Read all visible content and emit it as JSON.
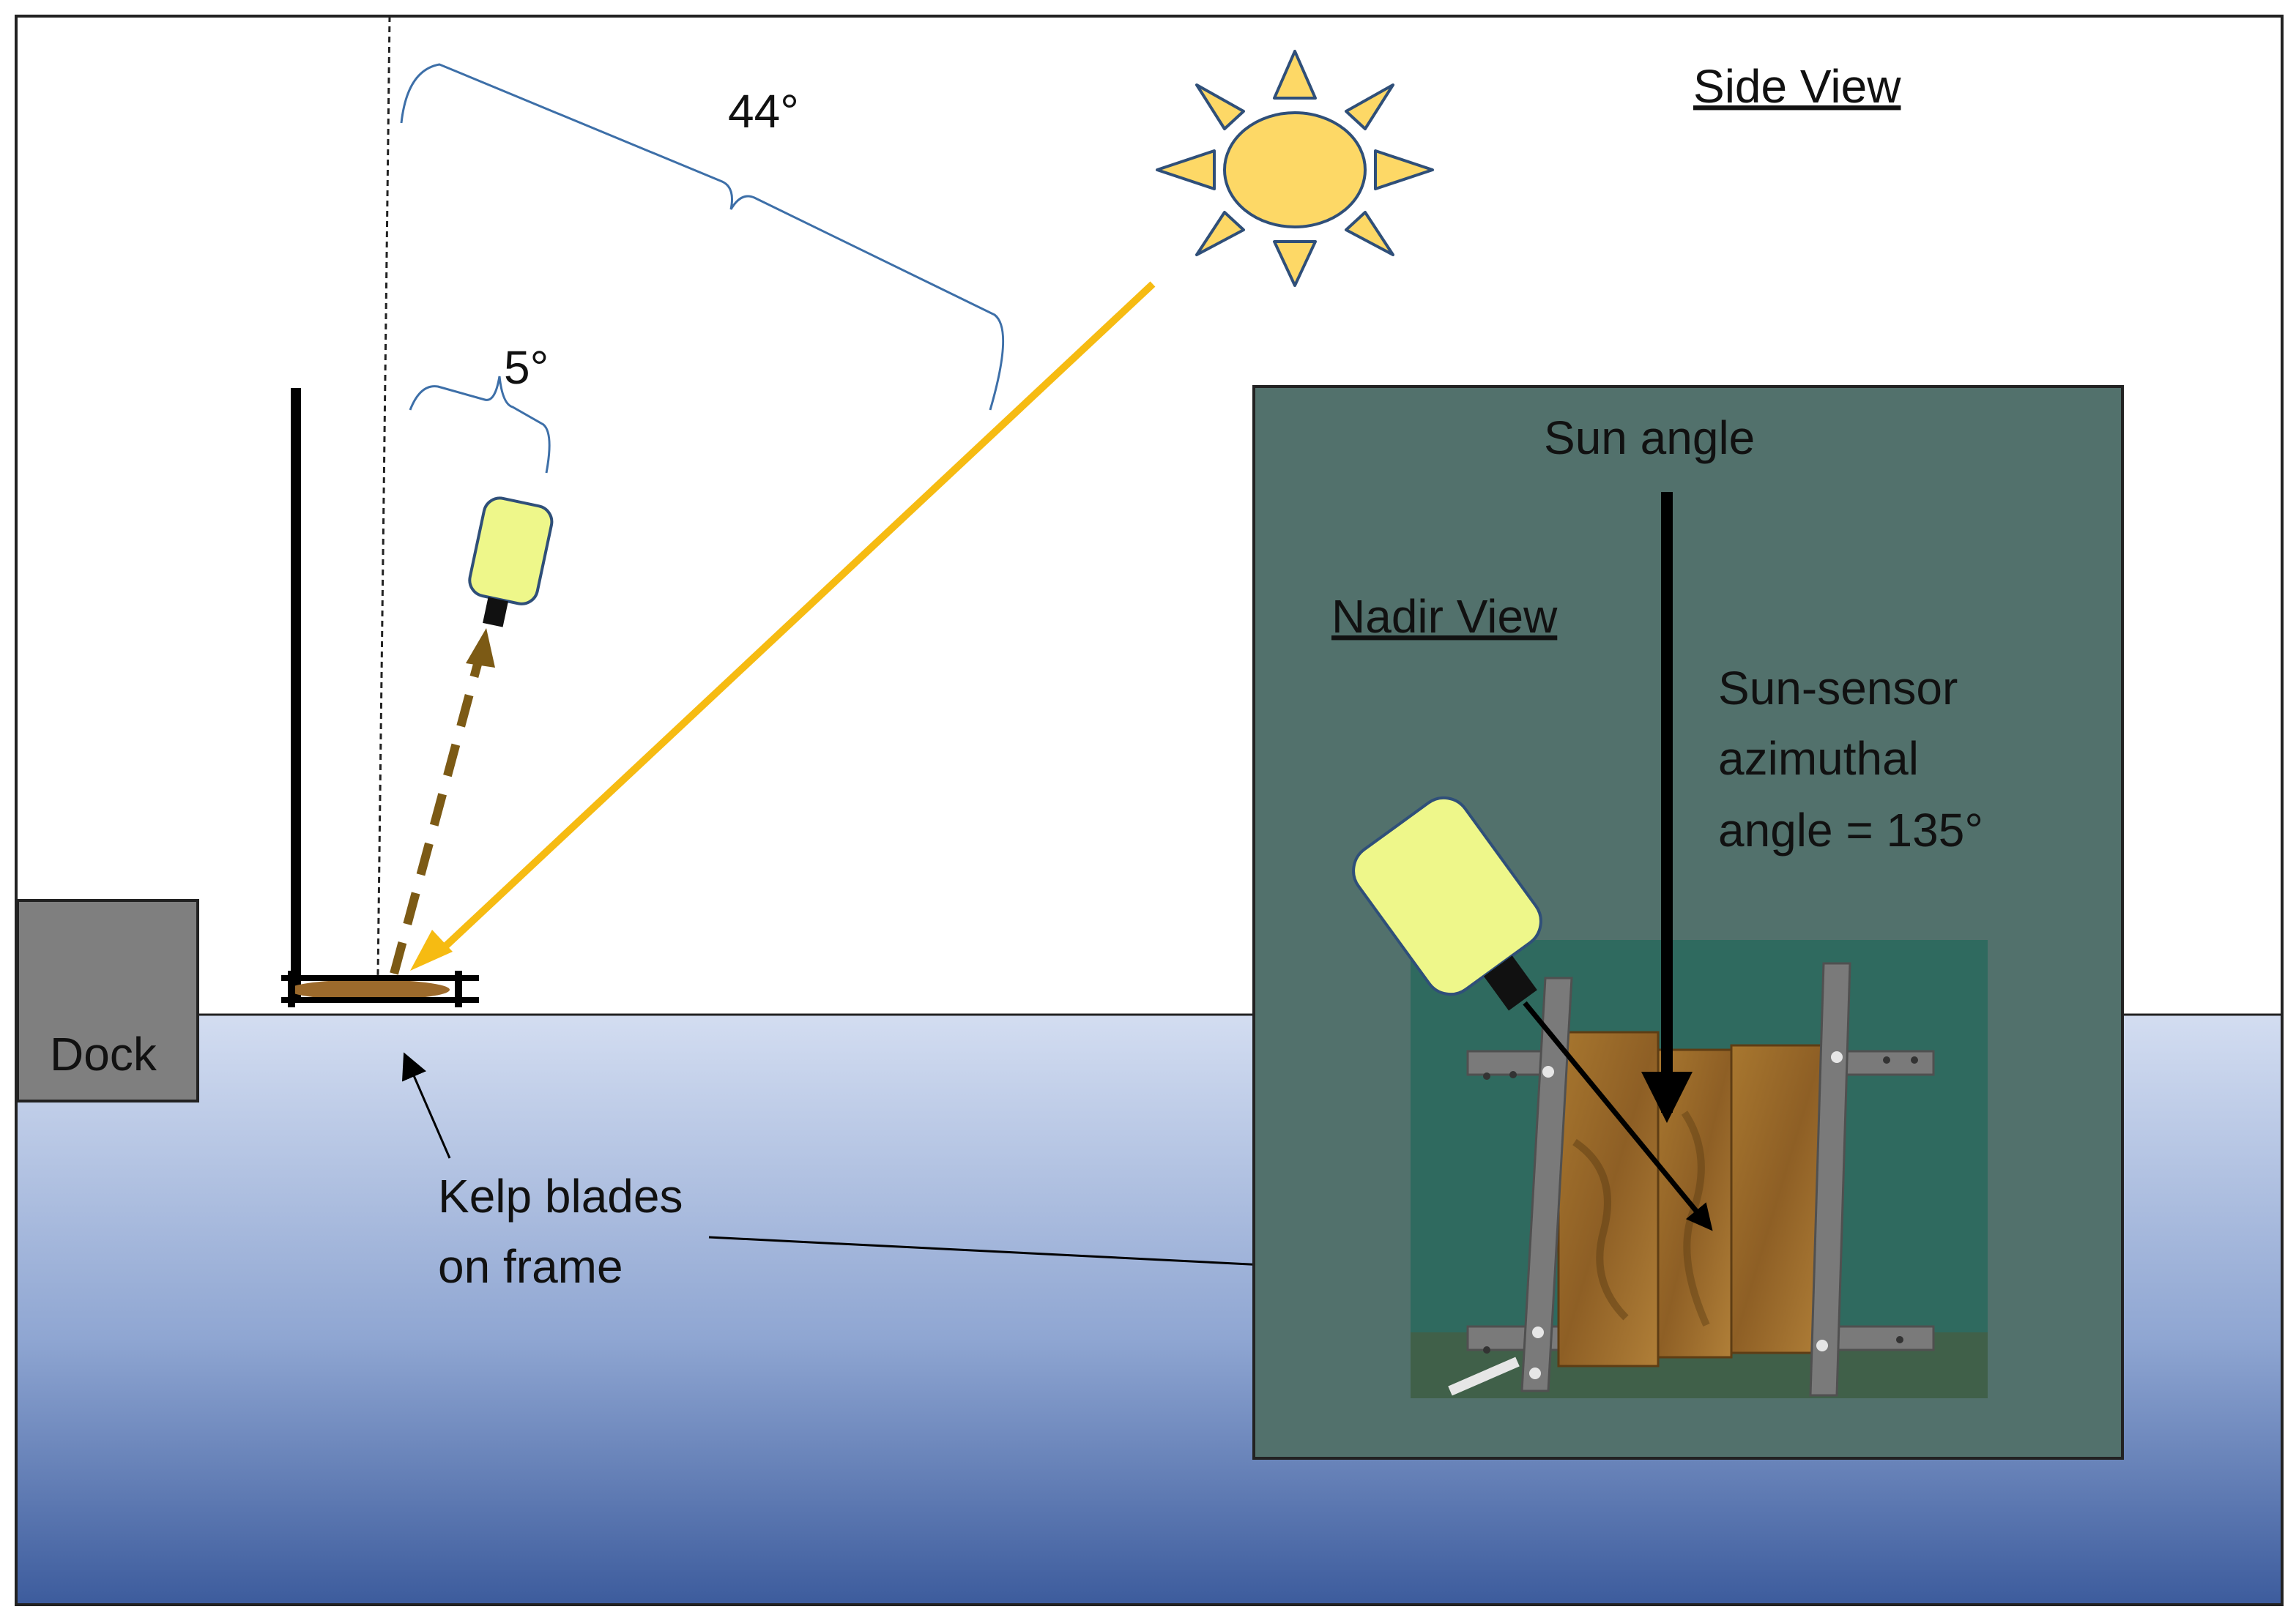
{
  "labels": {
    "side_view": "Side View",
    "nadir_view": "Nadir View",
    "sun_angle": "Sun angle",
    "azimuth_line1": "Sun-sensor",
    "azimuth_line2": "azimuthal",
    "azimuth_line3": "angle = 135°",
    "zenith_angle": "44°",
    "sensor_angle": "5°",
    "dock": "Dock",
    "kelp_line1": "Kelp blades",
    "kelp_line2": "on frame"
  },
  "colors": {
    "water_top": "#d3ddf1",
    "water_bottom": "#3d5c9d",
    "panel": "#52716c",
    "sun_fill": "#fdd866",
    "sun_ray": "#f6bb12",
    "sensor_fill": "#eef78a",
    "dock_fill": "#7f7f7f",
    "bracket": "#3d6fa8",
    "reflect_arrow": "#7c5a15",
    "kelp": "#9c6a2c"
  }
}
